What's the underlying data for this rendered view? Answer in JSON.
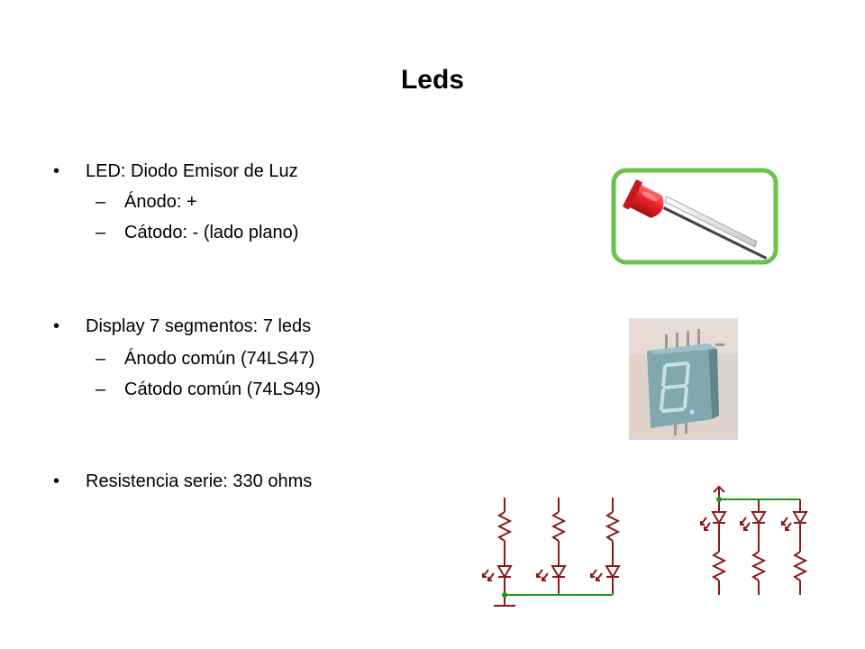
{
  "title": "Leds",
  "bullets": [
    {
      "level": 1,
      "text": "LED: Diodo Emisor de Luz"
    },
    {
      "level": 2,
      "text": "Ánodo: +"
    },
    {
      "level": 2,
      "text": "Cátodo: - (lado plano)"
    },
    {
      "level": 1,
      "text": "Display 7 segmentos: 7 leds"
    },
    {
      "level": 2,
      "text": "Ánodo común (74LS47)"
    },
    {
      "level": 2,
      "text": "Cátodo común (74LS49)"
    },
    {
      "level": 1,
      "text": "Resistencia serie: 330 ohms"
    }
  ],
  "markers": {
    "level1": "•",
    "level2": "–"
  },
  "colors": {
    "led_frame": "#6cc24a",
    "led_body": "#e8232a",
    "schematic_component": "#8b1a1a",
    "schematic_wire": "#1a9a1a",
    "display_body": "#7fa9ae"
  },
  "images": {
    "led_photo": "led-photo",
    "display_photo": "seven-segment-display-photo",
    "common_cathode_circuit": "common-cathode-schematic",
    "common_anode_circuit": "common-anode-schematic"
  }
}
